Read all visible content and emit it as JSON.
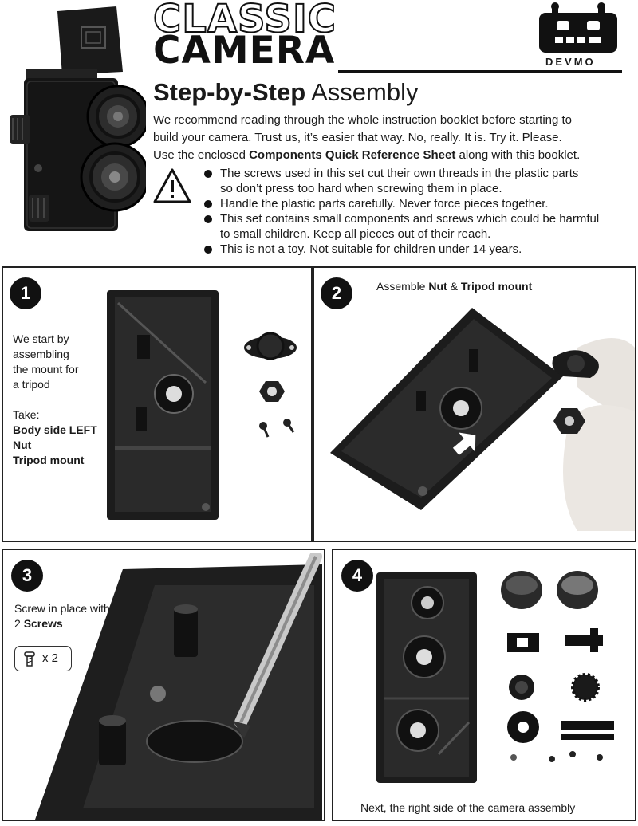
{
  "header": {
    "title_line1": "CLASSIC",
    "title_line2": "CAMERA",
    "logo_text": "DEVMO",
    "heading_bold": "Step-by-Step",
    "heading_rest": " Assembly"
  },
  "intro": {
    "line1": "We recommend reading through the whole instruction booklet before starting to",
    "line2": "build your camera. Trust us, it’s easier that way. No, really. It is. Try it. Please.",
    "line3_pre": "Use the enclosed ",
    "line3_bold": "Components Quick Reference Sheet",
    "line3_post": " along with this booklet."
  },
  "warnings": [
    {
      "l1": "The screws used in this set cut their own threads in the plastic parts",
      "l2": "so don’t press too hard when screwing them in place."
    },
    {
      "l1": "Handle the plastic parts carefully. Never force pieces together.",
      "l2": ""
    },
    {
      "l1": "This set contains small components and screws which could be harmful",
      "l2": "to small children. Keep all pieces out of their reach."
    },
    {
      "l1": "This is not a toy. Not suitable for children under 14 years.",
      "l2": ""
    }
  ],
  "steps": {
    "s1": {
      "num": "1",
      "text_l1": "We start by",
      "text_l2": "assembling",
      "text_l3": "the mount for",
      "text_l4": "a tripod",
      "take_label": "Take:",
      "item1": "Body side LEFT",
      "item2": "Nut",
      "item3": "Tripod mount"
    },
    "s2": {
      "num": "2",
      "pre": "Assemble ",
      "bold1": "Nut",
      "mid": " & ",
      "bold2": "Tripod mount"
    },
    "s3": {
      "num": "3",
      "l1": "Screw in place with",
      "l2_pre": "2 ",
      "l2_bold": "Screws",
      "count": "x 2"
    },
    "s4": {
      "num": "4",
      "caption": "Next, the right side of the camera assembly"
    }
  },
  "colors": {
    "ink": "#111111",
    "plastic": "#1c1c1c",
    "plastic_light": "#3a3a3a"
  }
}
